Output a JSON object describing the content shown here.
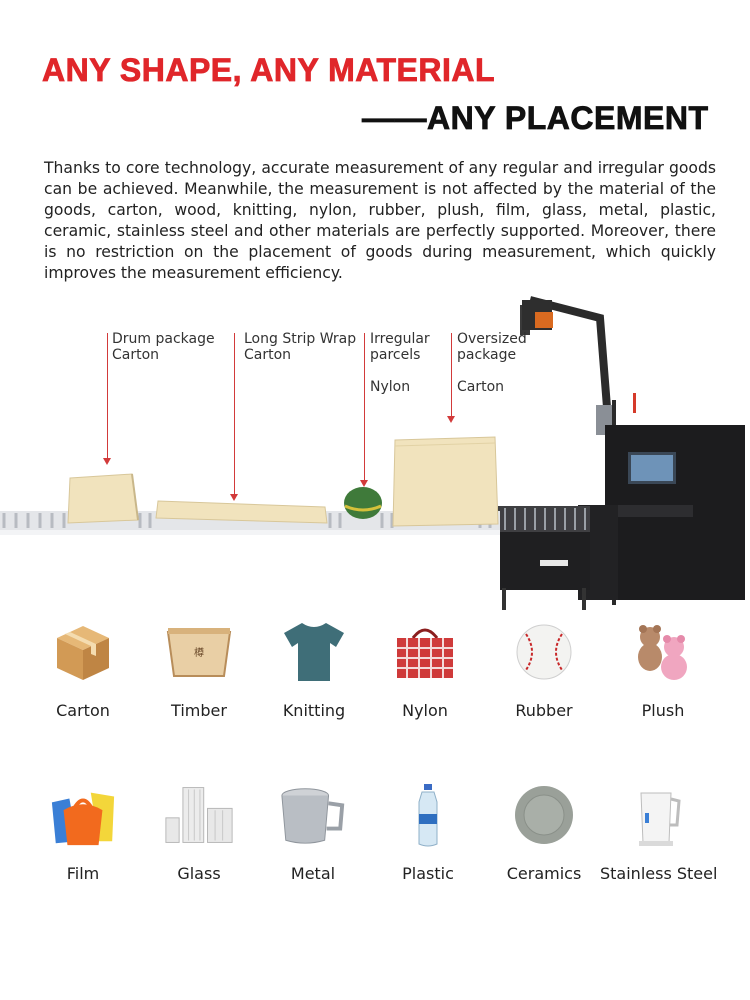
{
  "header": {
    "title_line1": "ANY SHAPE, ANY MATERIAL",
    "title_line2": "——ANY PLACEMENT"
  },
  "intro": "Thanks to core technology, accurate measurement of any regular and irregular goods can be achieved. Meanwhile, the measurement is not affected by the material of the goods, carton, wood, knitting, nylon, rubber, plush, film, glass, metal, plastic, ceramic, stainless steel and other materials are perfectly supported. Moreover, there is no restriction on the placement of goods during measurement, which quickly improves the measurement efficiency.",
  "callouts": [
    {
      "line1": "Drum package",
      "line2": "Carton",
      "line3": ""
    },
    {
      "line1": "Long Strip Wrap",
      "line2": "Carton",
      "line3": ""
    },
    {
      "line1": "Irregular",
      "line2": "parcels",
      "line3": "Nylon"
    },
    {
      "line1": "Oversized",
      "line2": "package",
      "line3": "Carton"
    }
  ],
  "materials_row1": [
    {
      "label": "Carton",
      "icon": "carton-box-icon"
    },
    {
      "label": "Timber",
      "icon": "wooden-box-icon"
    },
    {
      "label": "Knitting",
      "icon": "tshirt-icon"
    },
    {
      "label": "Nylon",
      "icon": "checkered-bag-icon"
    },
    {
      "label": "Rubber",
      "icon": "baseball-icon"
    },
    {
      "label": "Plush",
      "icon": "teddy-bear-icon"
    }
  ],
  "materials_row2": [
    {
      "label": "Film",
      "icon": "plastic-bags-icon"
    },
    {
      "label": "Glass",
      "icon": "glass-cups-icon"
    },
    {
      "label": "Metal",
      "icon": "metal-mug-icon"
    },
    {
      "label": "Plastic",
      "icon": "water-bottle-icon"
    },
    {
      "label": "Ceramics",
      "icon": "ceramic-plate-icon"
    },
    {
      "label": "Stainless Steel",
      "icon": "kettle-icon"
    }
  ],
  "colors": {
    "accent_red": "#e0262a",
    "callout_line": "#d23a3a",
    "parcel_beige": "#f1e3bd",
    "machine_black": "#1c1c1e"
  }
}
